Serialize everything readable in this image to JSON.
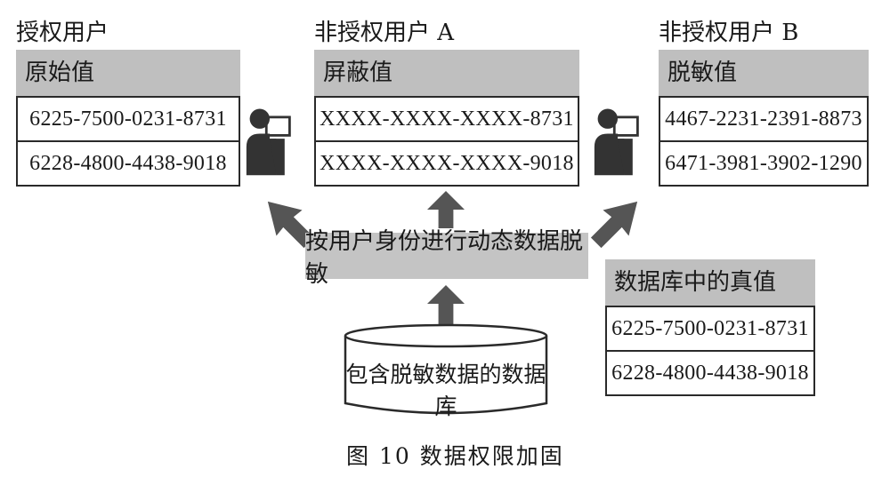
{
  "panels": {
    "authorized": {
      "user_label": "授权用户",
      "header": "原始值",
      "rows": [
        "6225-7500-0231-8731",
        "6228-4800-4438-9018"
      ]
    },
    "unauthorized_a": {
      "user_label": "非授权用户 A",
      "header": "屏蔽值",
      "rows": [
        "XXXX-XXXX-XXXX-8731",
        "XXXX-XXXX-XXXX-9018"
      ]
    },
    "unauthorized_b": {
      "user_label": "非授权用户 B",
      "header": "脱敏值",
      "rows": [
        "4467-2231-2391-8873",
        "6471-3981-3902-1290"
      ]
    },
    "db_true_values": {
      "header": "数据库中的真值",
      "rows": [
        "6225-7500-0231-8731",
        "6228-4800-4438-9018"
      ]
    }
  },
  "process_label": "按用户身份进行动态数据脱敏",
  "database_label": "包含脱敏数据的数据库",
  "caption": "图 10   数据权限加固",
  "icons": [
    "user-computer-icon",
    "arrow-up-icon"
  ],
  "colors": {
    "header_gray": "#bfbfbf",
    "arrow_gray": "#555555",
    "icon_dark": "#333333"
  }
}
